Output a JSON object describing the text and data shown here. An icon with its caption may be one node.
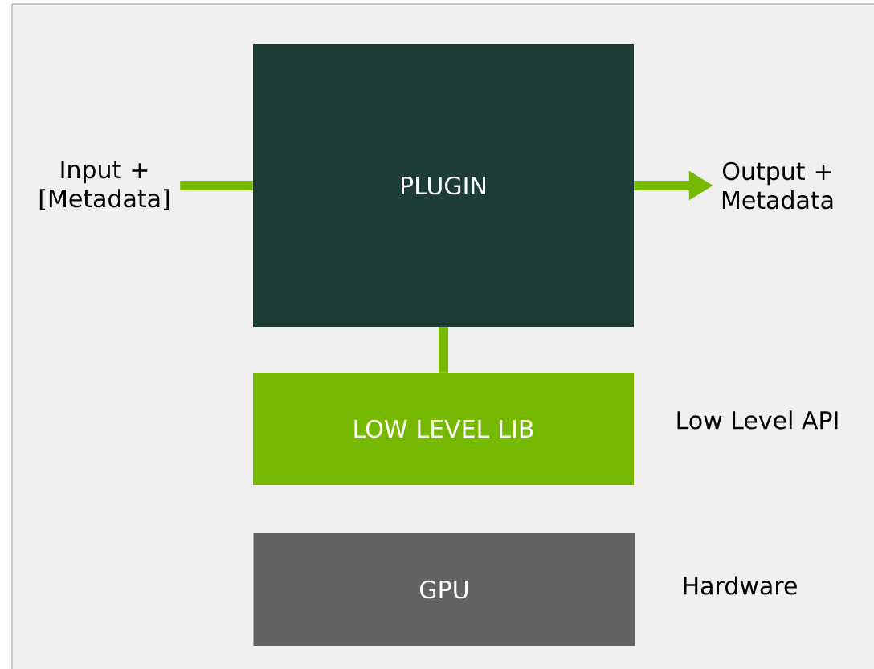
{
  "diagram": {
    "nodes": [
      {
        "text": [
          "Input + [Metadata]"
        ]
      },
      {
        "text": [
          "PLUGIN"
        ]
      },
      {
        "text": [
          "Output + Metadata"
        ]
      },
      {
        "text": [
          "LOW LEVEL LIB"
        ]
      },
      {
        "text": [
          "GPU"
        ]
      }
    ],
    "edges": [
      {
        "from": 0,
        "to": 1,
        "arrow": "none"
      },
      {
        "from": 1,
        "to": 2,
        "arrow": "to"
      },
      {
        "from": 1,
        "to": 3,
        "arrow": "none"
      }
    ],
    "labels": [
      "Low Level API",
      "Hardware"
    ]
  }
}
